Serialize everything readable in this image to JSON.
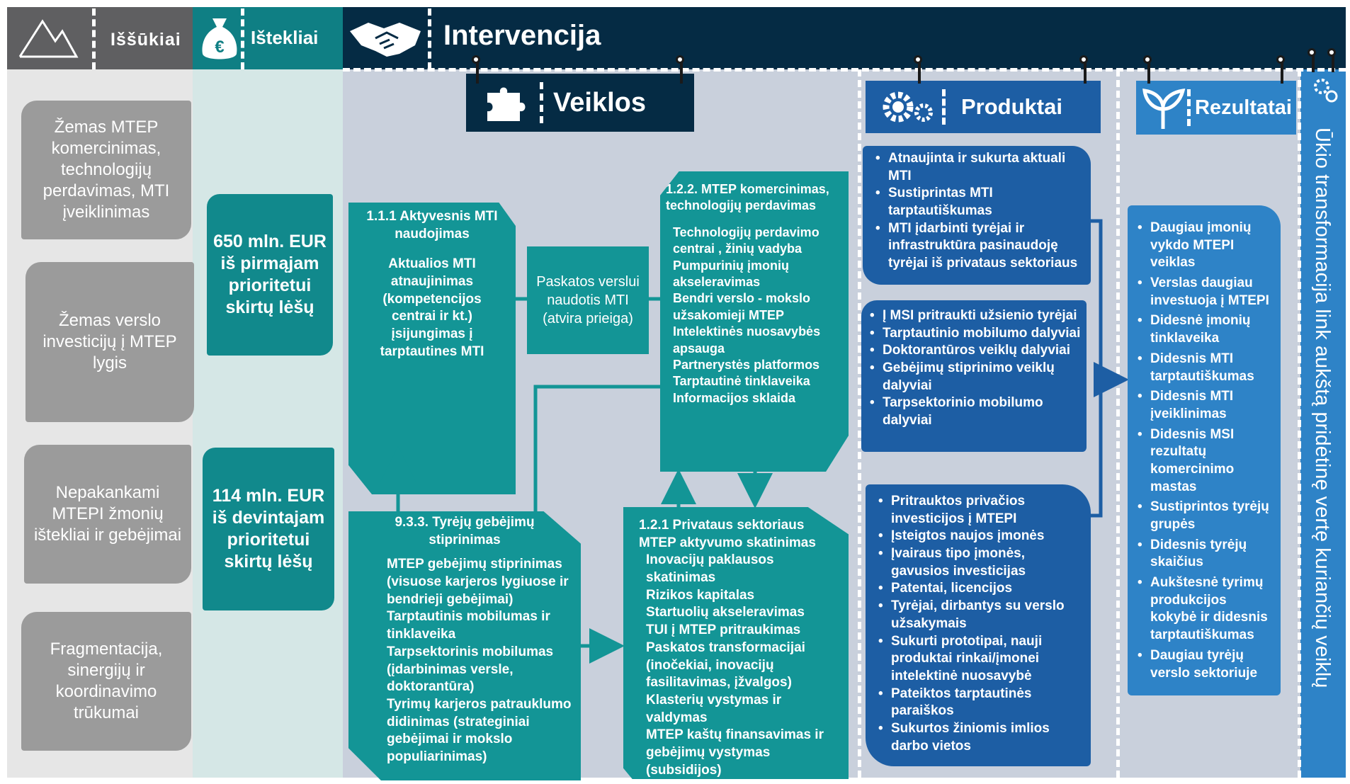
{
  "header": {
    "challenges": "Iššūkiai",
    "resources": "Ištekliai",
    "intervention": "Intervencija"
  },
  "challenges": [
    "Žemas MTEP komercinimas, technologijų perdavimas, MTI įveiklinimas",
    "Žemas verslo investicijų į MTEP lygis",
    "Nepakankami MTEPI žmonių ištekliai ir gebėjimai",
    "Fragmentacija, sinergijų ir koordinavimo trūkumai"
  ],
  "resources": [
    "650 mln. EUR iš pirmąjam prioritetui skirtų lėšų",
    "114 mln. EUR iš devintajam prioritetui skirtų lėšų"
  ],
  "sections": {
    "activities": "Veiklos",
    "products": "Produktai",
    "results": "Rezultatai",
    "impact": "Ūkio transformacija link aukštą pridėtinę vertę kuriančių veiklų"
  },
  "activities": {
    "a111": {
      "title": "1.1.1 Aktyvesnis MTI naudojimas",
      "body": "Aktualios MTI atnaujinimas (kompetencijos centrai ir kt.) įsijungimas į tarptautines MTI"
    },
    "incentive": "Paskatos verslui naudotis MTI (atvira prieiga)",
    "a122": {
      "title": "1.2.2. MTEP komercinimas, technologijų perdavimas",
      "items": [
        "Technologijų perdavimo centrai , žinių vadyba",
        "Pumpurinių įmonių akseleravimas",
        "Bendri verslo - mokslo užsakomieji MTEP",
        "Intelektinės nuosavybės apsauga",
        "Partnerystės platformos",
        "Tarptautinė tinklaveika",
        "Informacijos sklaida"
      ]
    },
    "a933": {
      "title": "9.3.3. Tyrėjų gebėjimų stiprinimas",
      "items": [
        "MTEP gebėjimų stiprinimas (visuose karjeros lygiuose ir bendrieji gebėjimai)",
        "Tarptautinis mobilumas ir tinklaveika",
        "Tarpsektorinis mobilumas (įdarbinimas versle, doktorantūra)",
        "Tyrimų karjeros patrauklumo didinimas (strateginiai gebėjimai ir mokslo populiarinimas)"
      ]
    },
    "a121": {
      "title": "1.2.1 Privataus sektoriaus MTEP aktyvumo skatinimas",
      "items": [
        "Inovacijų paklausos skatinimas",
        "Rizikos kapitalas",
        "Startuolių akseleravimas",
        "TUI į MTEP pritraukimas",
        "Paskatos transformacijai (inočekiai, inovacijų fasilitavimas, įžvalgos)",
        "Klasterių vystymas ir valdymas",
        "MTEP kaštų finansavimas ir gebėjimų vystymas (subsidijos)"
      ]
    }
  },
  "products": [
    [
      "Atnaujinta ir sukurta aktuali MTI",
      "Sustiprintas MTI tarptautiškumas",
      "MTI įdarbinti tyrėjai ir infrastruktūra pasinaudoję tyrėjai iš privataus sektoriaus"
    ],
    [
      "Į MSI pritraukti užsienio tyrėjai",
      "Tarptautinio mobilumo dalyviai",
      "Doktorantūros veiklų dalyviai",
      "Gebėjimų stiprinimo veiklų dalyviai",
      "Tarpsektorinio mobilumo dalyviai"
    ],
    [
      "Pritrauktos privačios investicijos į MTEPI",
      "Įsteigtos naujos įmonės",
      "Įvairaus tipo įmonės, gavusios investicijas",
      "Patentai, licencijos",
      "Tyrėjai, dirbantys su verslo užsakymais",
      "Sukurti prototipai, nauji produktai rinkai/įmonei intelektinė nuosavybė",
      "Pateiktos tarptautinės paraiškos",
      "Sukurtos žiniomis imlios darbo vietos"
    ]
  ],
  "results": [
    "Daugiau įmonių vykdo MTEPI veiklas",
    "Verslas daugiau investuoja į MTEPI",
    "Didesnė įmonių tinklaveika",
    "Didesnis MTI tarptautiškumas",
    "Didesnis MTI įveiklinimas",
    "Didesnis MSI rezultatų komercinimo mastas",
    "Sustiprintos tyrėjų grupės",
    "Didesnis tyrėjų skaičius",
    "Aukštesnė tyrimų produkcijos kokybė ir didesnis tarptautiškumas",
    "Daugiau tyrėjų verslo sektoriuje"
  ],
  "icons": [
    "mountain-icon",
    "money-bag-icon",
    "handshake-icon",
    "puzzle-icon",
    "gears-icon",
    "sprout-icon"
  ],
  "colors": {
    "header": "#052b44",
    "teal": "#139596",
    "blue": "#1d5ea4",
    "grey": "#9b9b9b",
    "results": "#2e83c7"
  }
}
